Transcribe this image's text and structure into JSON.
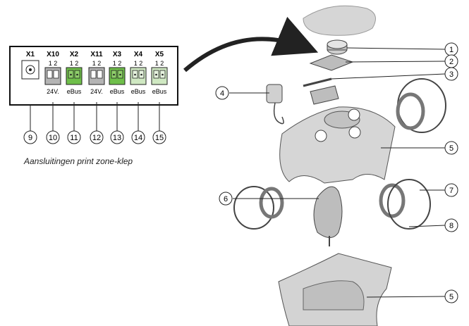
{
  "connector_panel": {
    "connectors": [
      {
        "id": "X1",
        "pins": "",
        "signal": "",
        "color": "#ffffff",
        "callout": "9"
      },
      {
        "id": "X10",
        "pins": "1 2",
        "signal": "24V.",
        "color": "#b4b4b4",
        "callout": "10"
      },
      {
        "id": "X2",
        "pins": "1 2",
        "signal": "eBus",
        "color": "#6fbf4a",
        "callout": "11"
      },
      {
        "id": "X11",
        "pins": "1 2",
        "signal": "24V.",
        "color": "#b4b4b4",
        "callout": "12"
      },
      {
        "id": "X3",
        "pins": "1 2",
        "signal": "eBus",
        "color": "#6fbf4a",
        "callout": "13"
      },
      {
        "id": "X4",
        "pins": "1 2",
        "signal": "eBus",
        "color": "#cfe8c2",
        "callout": "14"
      },
      {
        "id": "X5",
        "pins": "1 2",
        "signal": "eBus",
        "color": "#cfe8c2",
        "callout": "15"
      }
    ],
    "caption": "Aansluitingen print zone-klep"
  },
  "exploded_view": {
    "callouts": [
      "1",
      "2",
      "3",
      "4",
      "5",
      "6",
      "7",
      "8",
      "5"
    ]
  },
  "colors": {
    "part_fill": "#d6d6d6",
    "part_shade": "#a9a9a9",
    "line": "#222222"
  }
}
